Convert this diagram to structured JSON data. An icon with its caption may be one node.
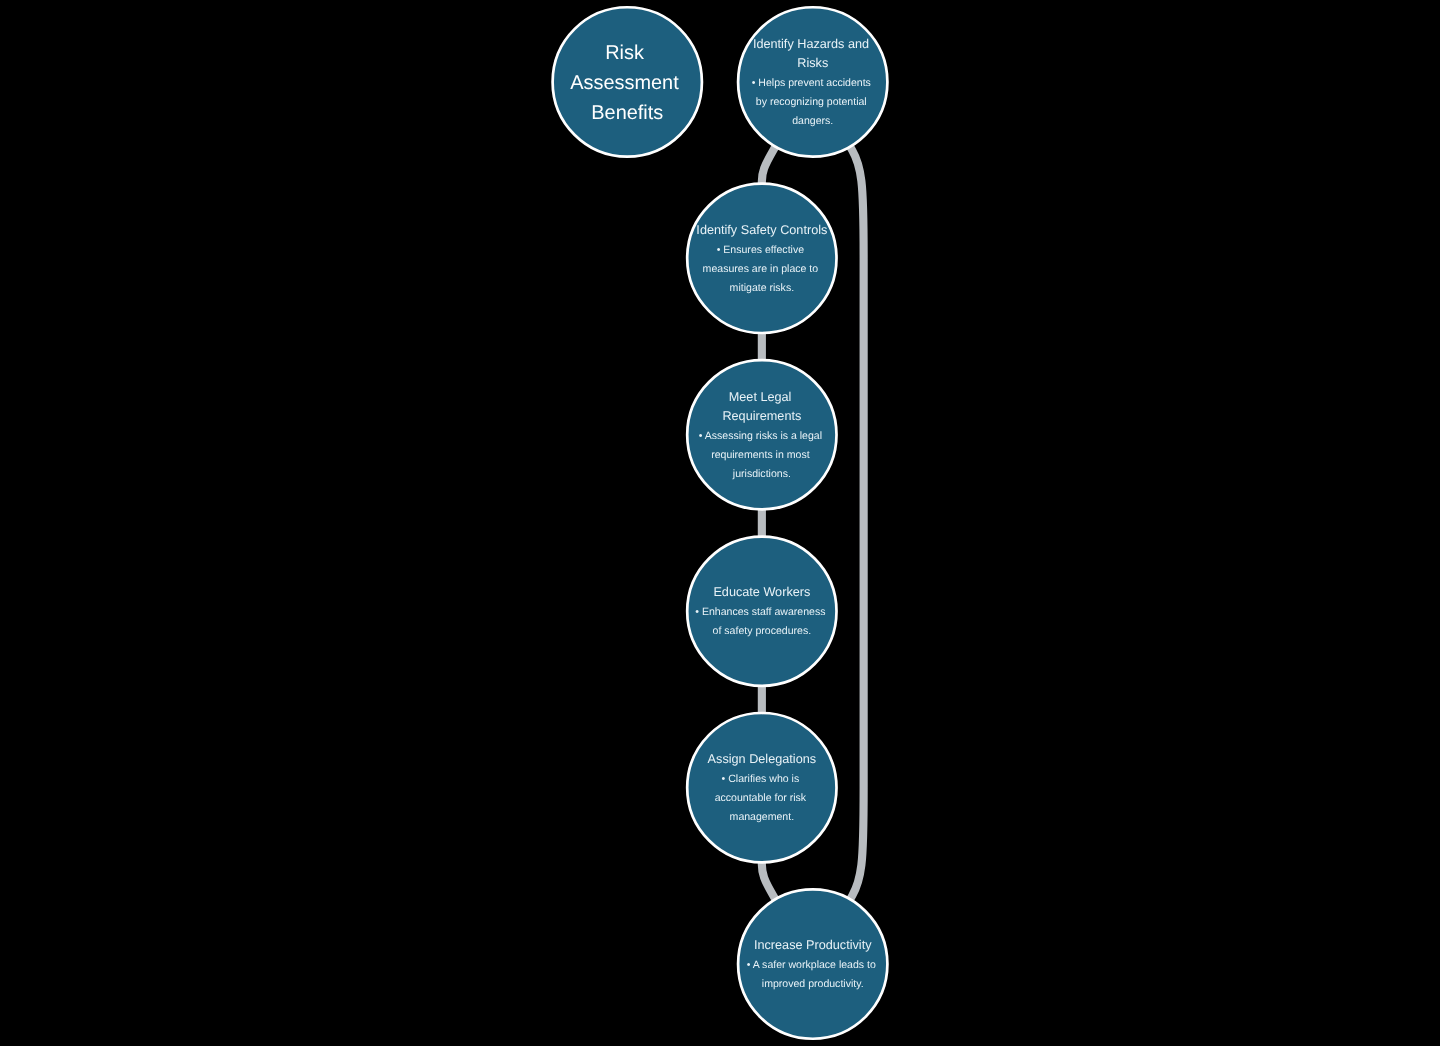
{
  "diagram": {
    "nodes": [
      {
        "text": [
          "Risk Assessment Benefits"
        ]
      },
      {
        "text": [
          "Identify Hazards and Risks",
          "• Helps prevent accidents by recognizing potential dangers."
        ]
      },
      {
        "text": [
          "Identify Safety Controls",
          "• Ensures effective measures are in place to mitigate risks."
        ]
      },
      {
        "text": [
          "Meet Legal Requirements",
          "• Assessing risks is a legal requirements in most jurisdictions."
        ]
      },
      {
        "text": [
          "Educate Workers",
          "• Enhances staff awareness of safety procedures."
        ]
      },
      {
        "text": [
          "Assign Delegations",
          "• Clarifies who is accountable for risk management."
        ]
      },
      {
        "text": [
          "Increase Productivity",
          "• A safer workplace leads to improved productivity."
        ]
      }
    ],
    "edges": [
      {
        "from": 1,
        "to": 2,
        "arrow": "none"
      },
      {
        "from": 2,
        "to": 3,
        "arrow": "none"
      },
      {
        "from": 3,
        "to": 4,
        "arrow": "none"
      },
      {
        "from": 4,
        "to": 5,
        "arrow": "none"
      },
      {
        "from": 5,
        "to": 6,
        "arrow": "none"
      },
      {
        "from": 6,
        "to": 1,
        "arrow": "none"
      }
    ]
  }
}
